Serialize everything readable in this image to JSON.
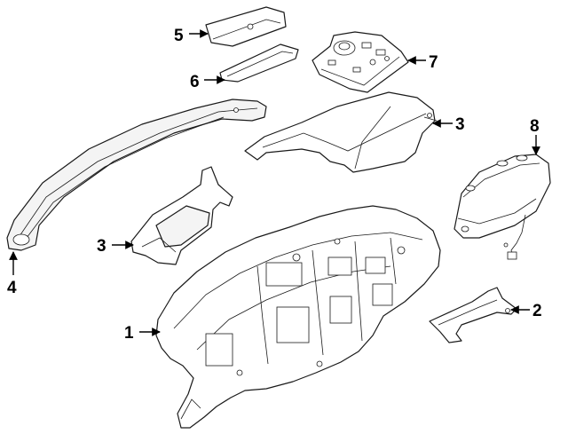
{
  "callouts": {
    "c1": "1",
    "c2": "2",
    "c3a": "3",
    "c3b": "3",
    "c4": "4",
    "c5": "5",
    "c6": "6",
    "c7": "7",
    "c8": "8"
  },
  "colors": {
    "line": "#1a1a1a",
    "background": "#ffffff"
  }
}
